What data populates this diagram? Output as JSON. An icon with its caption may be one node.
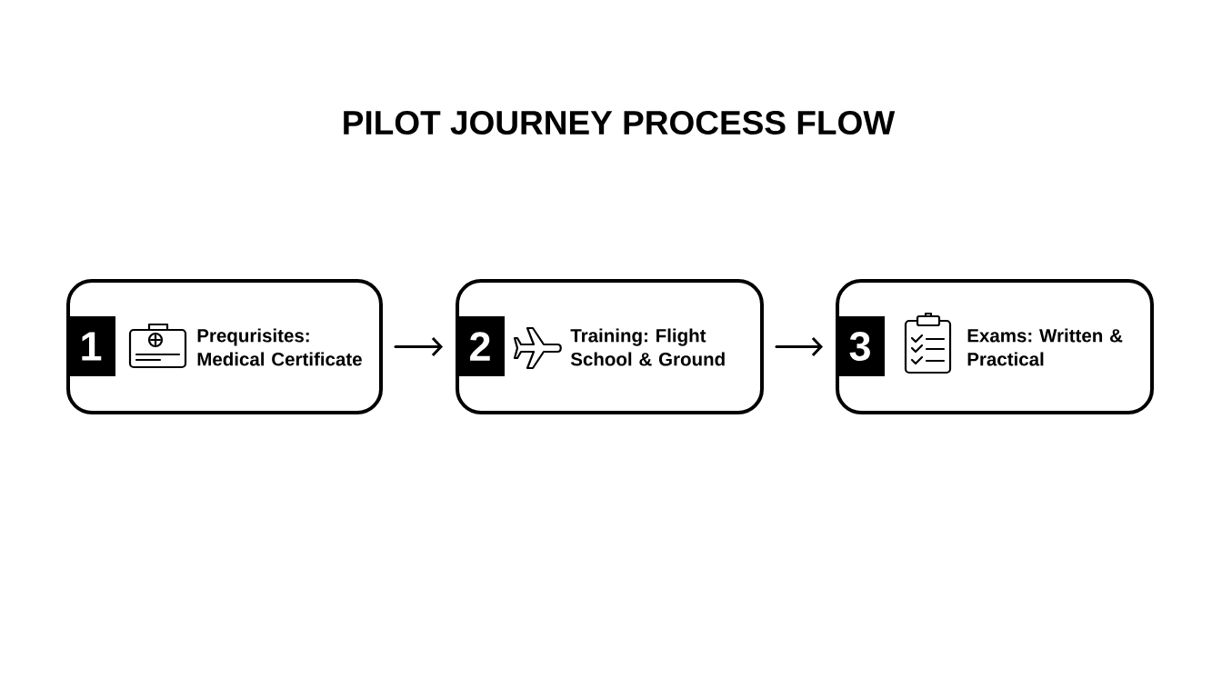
{
  "diagram": {
    "title": "PILOT JOURNEY PROCESS FLOW",
    "nodes": [
      {
        "text": [
          "1",
          "Prequrisites: Medical Certificate"
        ]
      },
      {
        "text": [
          "2",
          "Training: Flight School & Ground"
        ]
      },
      {
        "text": [
          "3",
          "Exams: Written & Practical"
        ]
      }
    ],
    "edges": [
      {
        "from": 0,
        "to": 1,
        "arrow": "to"
      },
      {
        "from": 1,
        "to": 2,
        "arrow": "to"
      }
    ]
  }
}
